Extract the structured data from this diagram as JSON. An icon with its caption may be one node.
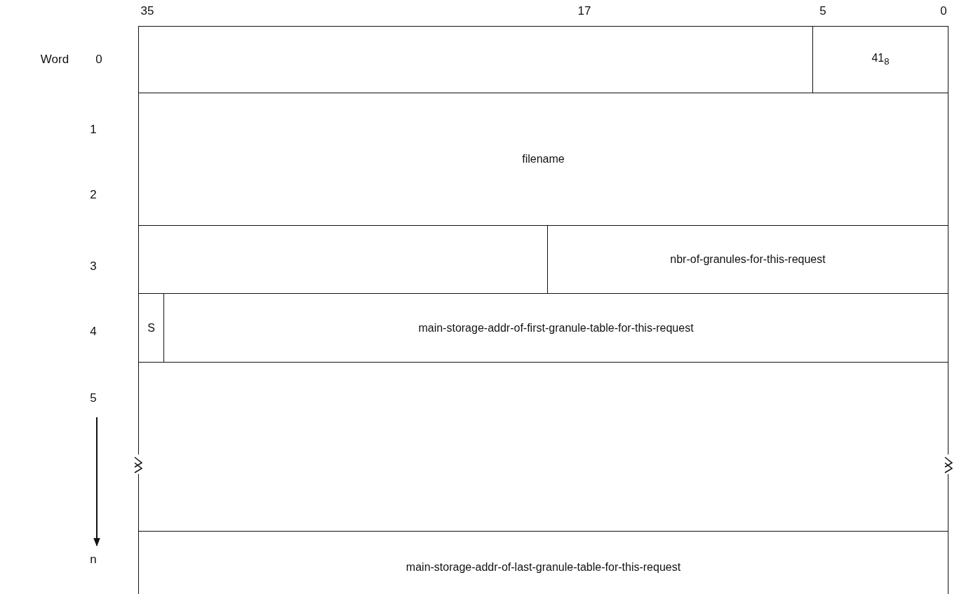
{
  "diagram": {
    "nodes": [
      {
        "text": [],
        "shape": "box"
      },
      {
        "text": [
          "41$_{8}$"
        ]
      },
      {
        "text": [
          "filename"
        ]
      },
      {
        "text": [],
        "shape": "box"
      },
      {
        "text": [
          "nbr-of-granules-for-this-request"
        ]
      },
      {
        "text": [
          "S"
        ]
      },
      {
        "text": [
          "main-storage-addr-of-first-granule-table-for-this-request"
        ]
      },
      {
        "text": [],
        "shape": "box"
      },
      {
        "text": [
          "main-storage-addr-of-last-granule-table-for-this-request"
        ]
      }
    ],
    "labels": [
      "35",
      "17",
      "5",
      "0",
      "Word",
      "0",
      "1",
      "2",
      "3",
      "4",
      "5",
      "n"
    ]
  }
}
